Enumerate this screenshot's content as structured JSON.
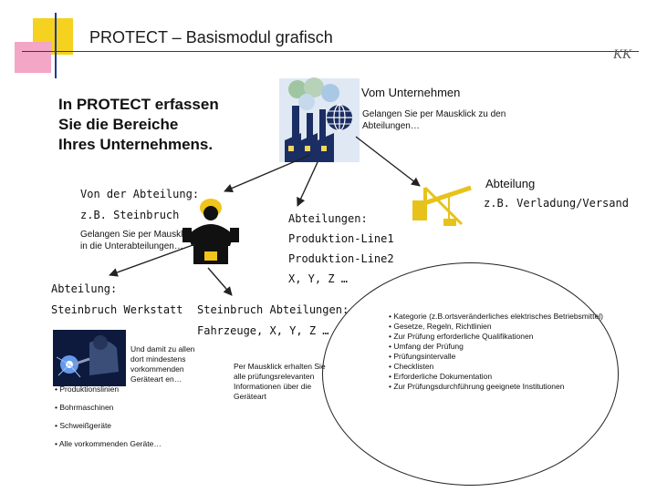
{
  "header": {
    "title": "PROTECT – Basismodul grafisch",
    "brand_logo": "KK"
  },
  "intro": {
    "lines": [
      "In PROTECT erfassen",
      "Sie die Bereiche",
      "Ihres Unternehmens."
    ]
  },
  "company": {
    "label": "Vom Unternehmen",
    "hint_lines": [
      "Gelangen Sie per Mausklick zu den",
      "Abteilungen…"
    ]
  },
  "department_right": {
    "label": "Abteilung",
    "example": "z.B. Verladung/Versand"
  },
  "from_department": {
    "label": "Von der Abteilung:",
    "example": "z.B. Steinbruch",
    "hint_lines": [
      "Gelangen Sie per Mausklick",
      "in die Unterabteilungen…"
    ]
  },
  "departments": {
    "label": "Abteilungen:",
    "items": [
      "Produktion-Line1",
      "Produktion-Line2",
      "X, Y, Z …"
    ]
  },
  "workshop": {
    "label": "Abteilung:",
    "name": "Steinbruch Werkstatt"
  },
  "quarry_departments": {
    "label": "Steinbruch Abteilungen:",
    "items": "Fahrzeuge, X, Y, Z …"
  },
  "equipment": {
    "hint_lines": [
      "Und damit zu allen",
      "dort mindestens",
      "vorkommenden",
      "Geräteart en…"
    ],
    "items": [
      "• Produktionslinien",
      "• Bohrmaschinen",
      "• Schweißgeräte",
      "• Alle vorkommenden Geräte…"
    ]
  },
  "mouse_hint": {
    "lines": [
      "Per Mausklick erhalten Sie",
      "alle prüfungsrelevanten",
      "Informationen über die",
      "Geräteart"
    ]
  },
  "info_list": {
    "items": [
      "• Kategorie (z.B.ortsveränderliches elektrisches Betriebsmittel)",
      "• Gesetze, Regeln, Richtlinien",
      "• Zur Prüfung erforderliche Qualifikationen",
      "• Umfang der Prüfung",
      "• Prüfungsintervalle",
      "• Checklisten",
      "• Erforderliche Dokumentation",
      "• Zur Prüfungsdurchführung geeignete Institutionen"
    ]
  },
  "icons": [
    "factory-icon",
    "globe-icon",
    "crane-icon",
    "worker-icon",
    "welder-icon"
  ],
  "colors": {
    "accent_yellow": "#f5d21f",
    "accent_pink": "#f3a6c6",
    "divider_blue": "#1f3b8a",
    "arrow": "#222222"
  }
}
